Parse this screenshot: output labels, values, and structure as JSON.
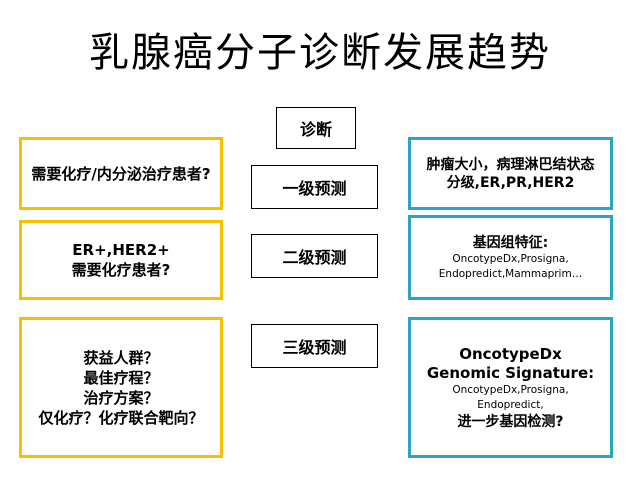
{
  "title": "乳腺癌分子诊断发展趋势",
  "center": {
    "diagnosis": "诊断",
    "level1": "一级预测",
    "level2": "二级预测",
    "level3": "三级预测"
  },
  "left": {
    "box1": [
      "需要化疗/内分泌治疗患者?"
    ],
    "box2": [
      "ER+,HER2+",
      "需要化疗患者?"
    ],
    "box3": [
      "获益人群？",
      "最佳疗程？",
      "治疗方案？",
      "仅化疗？化疗联合靶向？"
    ]
  },
  "right": {
    "box1": [
      "肿瘤大小，病理淋巴结状态",
      "分级,ER,PR,HER2"
    ],
    "box2": {
      "heading": "基因组特征:",
      "lines": [
        "OncotypeDx,Prosigna,",
        "Endopredict,Mammaprim…"
      ]
    },
    "box3": {
      "heading1": "OncotypeDx",
      "heading2": "Genomic Signature:",
      "lines": [
        "OncotypeDx,Prosigna,",
        "Endopredict,"
      ],
      "footer": "进一步基因检测?"
    }
  },
  "colors": {
    "left_border": "#f5c000",
    "right_border": "#2aa6c4",
    "center_border": "#000000"
  }
}
